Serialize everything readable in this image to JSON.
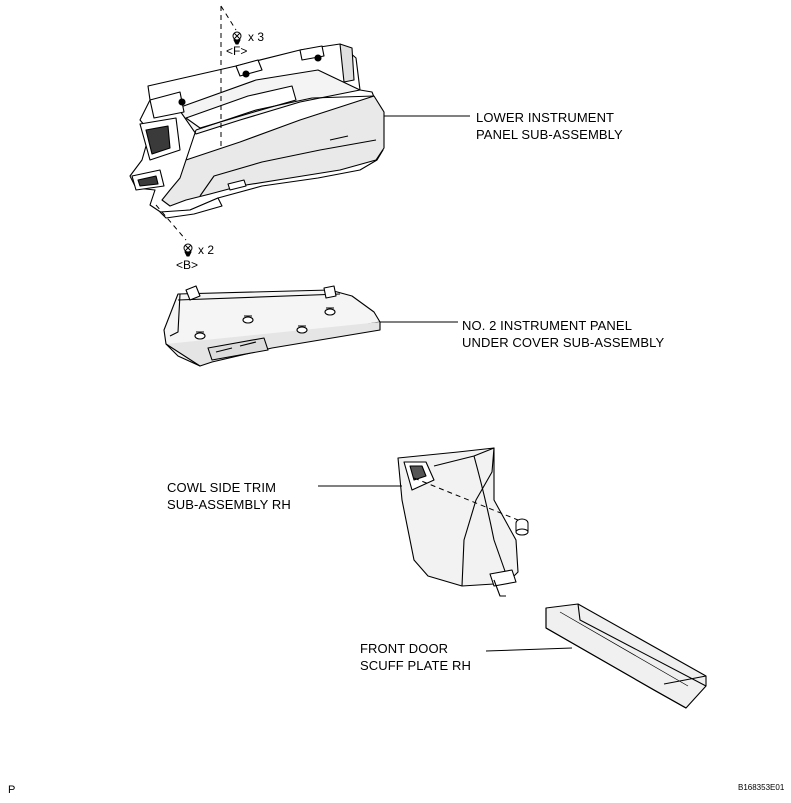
{
  "parts": {
    "lower_panel": {
      "line1": "LOWER INSTRUMENT",
      "line2": "PANEL SUB-ASSEMBLY"
    },
    "under_cover": {
      "line1": "NO. 2 INSTRUMENT PANEL",
      "line2": "UNDER COVER SUB-ASSEMBLY"
    },
    "cowl_trim": {
      "line1": "COWL SIDE TRIM",
      "line2": "SUB-ASSEMBLY RH"
    },
    "scuff_plate": {
      "line1": "FRONT DOOR",
      "line2": "SCUFF PLATE RH"
    }
  },
  "fasteners": {
    "screw_f": {
      "count": "x 3",
      "code": "<F>"
    },
    "screw_b": {
      "count": "x 2",
      "code": "<B>"
    }
  },
  "footer": {
    "left_mark": "P",
    "figure_id": "B168353E01"
  }
}
